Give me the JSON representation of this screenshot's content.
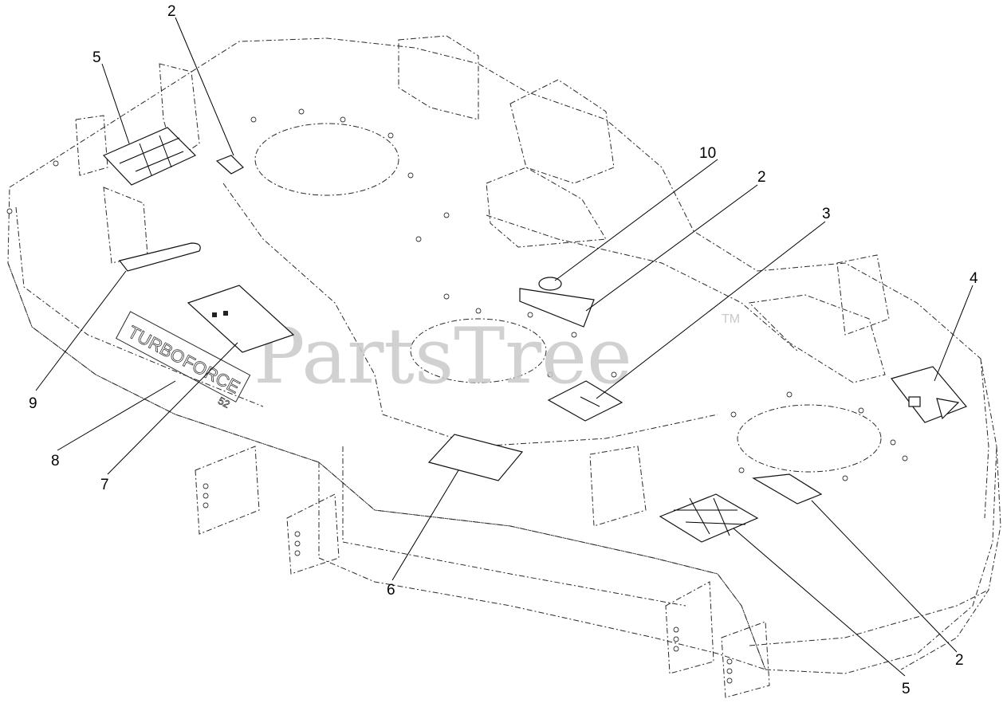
{
  "watermark": {
    "text": "PartsTree",
    "tm": "TM"
  },
  "deck_emboss": {
    "line1": "TURBO",
    "line2": "FORCE",
    "size": "52"
  },
  "callouts": [
    {
      "id": "c5a",
      "label": "5"
    },
    {
      "id": "c2a",
      "label": "2"
    },
    {
      "id": "c10",
      "label": "10"
    },
    {
      "id": "c2b",
      "label": "2"
    },
    {
      "id": "c3",
      "label": "3"
    },
    {
      "id": "c4",
      "label": "4"
    },
    {
      "id": "c9",
      "label": "9"
    },
    {
      "id": "c8",
      "label": "8"
    },
    {
      "id": "c7",
      "label": "7"
    },
    {
      "id": "c6",
      "label": "6"
    },
    {
      "id": "c2c",
      "label": "2"
    },
    {
      "id": "c5b",
      "label": "5"
    }
  ]
}
